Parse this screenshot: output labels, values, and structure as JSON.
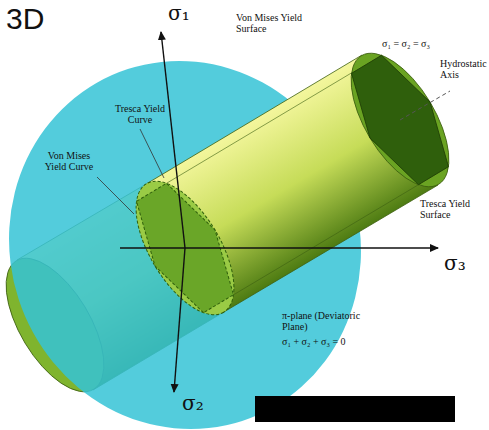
{
  "diagram": {
    "title": "3D",
    "labels": [
      "σ₁",
      "Von Mises Yield Surface",
      "σ₁ = σ₂ = σ₃",
      "Hydrostatic Axis",
      "Tresca Yield Curve",
      "Von Mises Yield Curve",
      "Tresca Yield Surface",
      "σ₃",
      "π-plane (Deviatoric Plane)",
      "σ₁ + σ₂ + σ₃ = 0",
      "σ₂"
    ]
  }
}
